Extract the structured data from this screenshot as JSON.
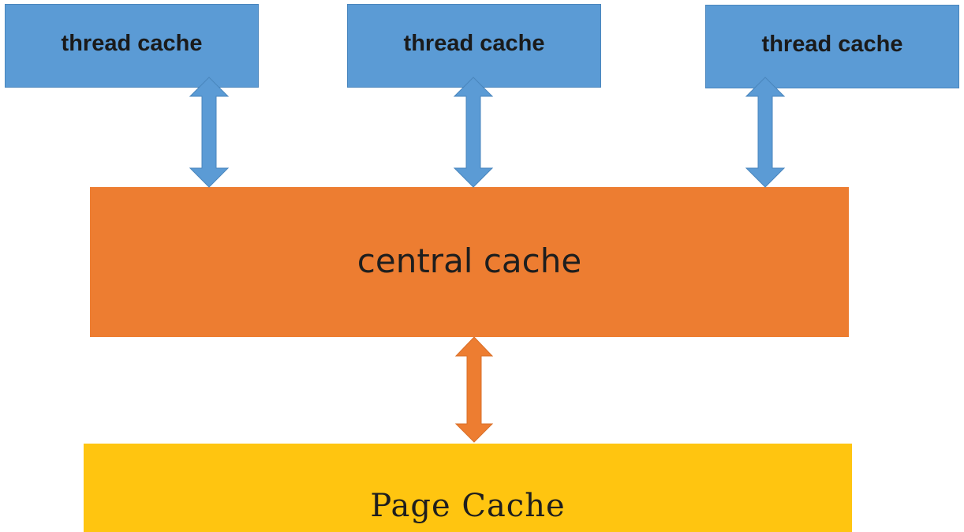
{
  "thread_caches": [
    {
      "label": "thread cache"
    },
    {
      "label": "thread cache"
    },
    {
      "label": "thread cache"
    }
  ],
  "central_cache": {
    "label": "central cache"
  },
  "page_cache": {
    "label": "Page Cache"
  },
  "colors": {
    "thread_fill": "#5b9bd5",
    "central_fill": "#ed7d31",
    "page_fill": "#ffc510",
    "blue_arrow": "#5b9bd5",
    "orange_arrow": "#ed7d31"
  }
}
